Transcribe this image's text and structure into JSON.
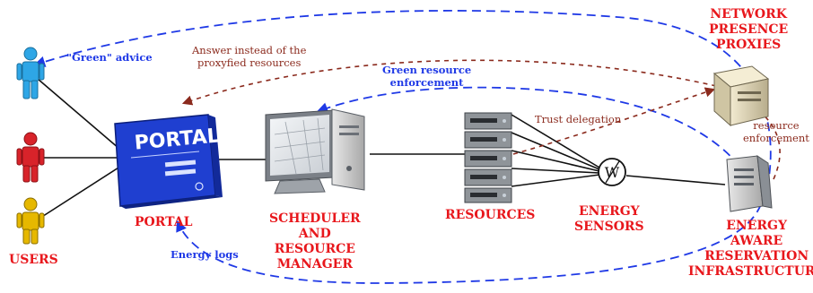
{
  "nodes": {
    "users": "USERS",
    "portal": "PORTAL",
    "portal_screen_title": "PORTAL",
    "scheduler": [
      "SCHEDULER",
      "AND",
      "RESOURCE",
      "MANAGER"
    ],
    "resources": "RESOURCES",
    "energy_sensors": [
      "ENERGY",
      "SENSORS"
    ],
    "network_presence_proxies": [
      "NETWORK",
      "PRESENCE",
      "PROXIES"
    ],
    "energy_aware_reservation_infrastructure": [
      "ENERGY",
      "AWARE",
      "RESERVATION",
      "INFRASTRUCTURE"
    ]
  },
  "annotations": {
    "green_advice": "\"Green\" advice",
    "answer_instead": [
      "Answer instead of the",
      "proxyfied resources"
    ],
    "green_resource_enforcement": [
      "Green resource",
      "enforcement"
    ],
    "trust_delegation": "Trust delegation",
    "resource_enforcement": [
      "resource",
      "enforcement"
    ],
    "energy_logs": "Energy logs"
  },
  "colors": {
    "node_label": "#e8171c",
    "blue_flow": "#1f39e6",
    "red_flow": "#8b2a1d",
    "user_blue": "#2ea6e6",
    "user_red": "#d8232a",
    "user_yellow": "#e6b800",
    "portal_box": "#1f3fd0"
  },
  "icons": [
    "user-figure-icon",
    "portal-sign-icon",
    "computer-monitor-icon",
    "server-rack-icon",
    "wattmeter-icon",
    "proxy-server-icon",
    "tower-server-icon"
  ]
}
